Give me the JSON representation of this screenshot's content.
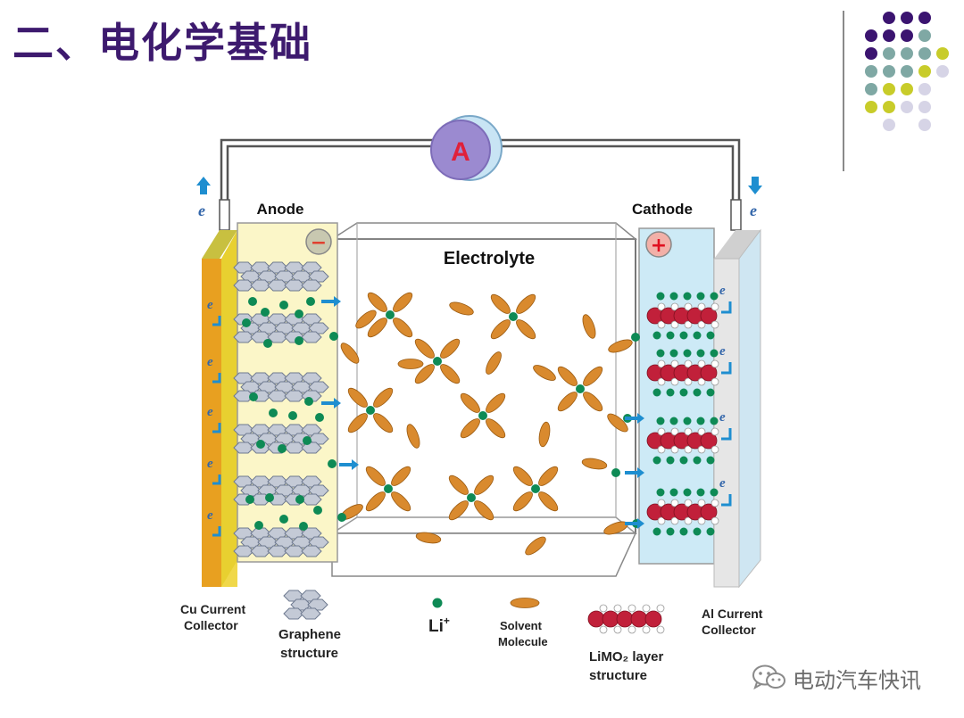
{
  "slide": {
    "title": "二、电化学基础"
  },
  "diagram": {
    "ammeter_label": "A",
    "anode_label": "Anode",
    "cathode_label": "Cathode",
    "electrolyte_label": "Electrolyte",
    "anode_sign": "−",
    "cathode_sign": "+",
    "electron_symbol": "e",
    "legend": {
      "cu_collector_line1": "Cu Current",
      "cu_collector_line2": "Collector",
      "graphene_line1": "Graphene",
      "graphene_line2": "structure",
      "li_ion": "Li",
      "li_ion_sup": "+",
      "solvent_line1": "Solvent",
      "solvent_line2": "Molecule",
      "limo2_line1": "LiMO₂ layer",
      "limo2_line2": "structure",
      "al_collector_line1": "Al Current",
      "al_collector_line2": "Collector"
    }
  },
  "watermark": {
    "text": "电动汽车快讯",
    "icon": "wechat-icon"
  },
  "colors": {
    "title": "#3d1a6e",
    "li_ion": "#0e8a55",
    "solvent": "#d98a2e",
    "limo2": "#c1203a",
    "cu_collector": "#e8a020",
    "anode_fill": "#fbf6c8",
    "cathode_fill": "#cdeaf6",
    "arrow": "#1e8ed0"
  }
}
